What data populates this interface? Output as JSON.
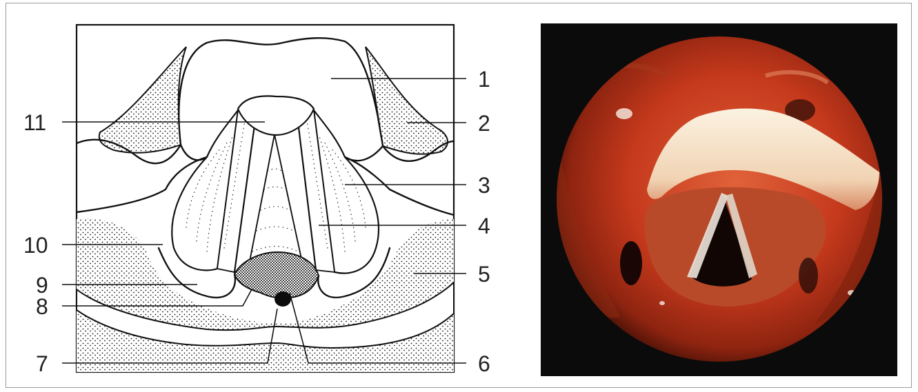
{
  "diagram": {
    "labels": [
      {
        "id": 1,
        "text": "1"
      },
      {
        "id": 2,
        "text": "2"
      },
      {
        "id": 3,
        "text": "3"
      },
      {
        "id": 4,
        "text": "4"
      },
      {
        "id": 5,
        "text": "5"
      },
      {
        "id": 6,
        "text": "6"
      },
      {
        "id": 7,
        "text": "7"
      },
      {
        "id": 8,
        "text": "8"
      },
      {
        "id": 9,
        "text": "9"
      },
      {
        "id": 10,
        "text": "10"
      },
      {
        "id": 11,
        "text": "11"
      }
    ]
  },
  "colors": {
    "ink": "#111111",
    "frame": "#9a9a9a",
    "photo_background": "#0b0b0b",
    "mucosa": "#c5391c",
    "highlight": "#f4e7cf"
  }
}
